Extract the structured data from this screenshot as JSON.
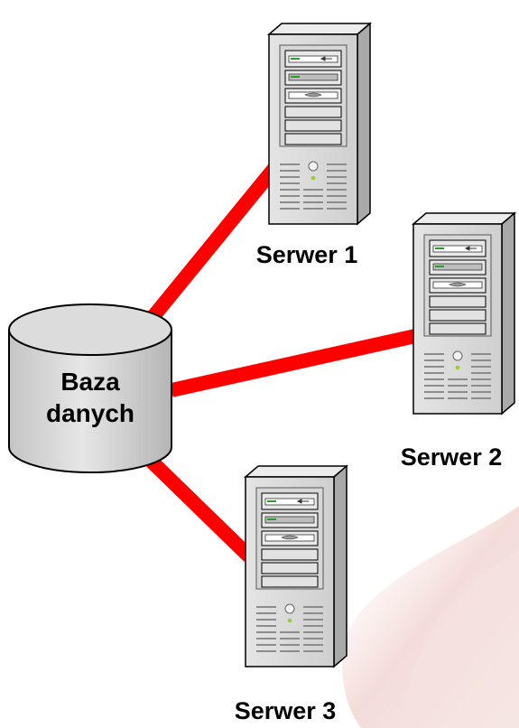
{
  "colors": {
    "connection": "#ff0000",
    "background": "#ffffff",
    "database_fill": "#d4d4d4",
    "server_body": "#d9d9d9",
    "server_side": "#a6a6a6",
    "server_top": "#ededed",
    "outline": "#000000",
    "accent_swoosh": "#f3d6d3"
  },
  "database": {
    "label_line1": "Baza",
    "label_line2": "danych",
    "icon": "database-cylinder-icon"
  },
  "servers": [
    {
      "id": "server-1",
      "label": "Serwer 1",
      "icon": "tower-server-icon"
    },
    {
      "id": "server-2",
      "label": "Serwer 2",
      "icon": "tower-server-icon"
    },
    {
      "id": "server-3",
      "label": "Serwer 3",
      "icon": "tower-server-icon"
    }
  ]
}
